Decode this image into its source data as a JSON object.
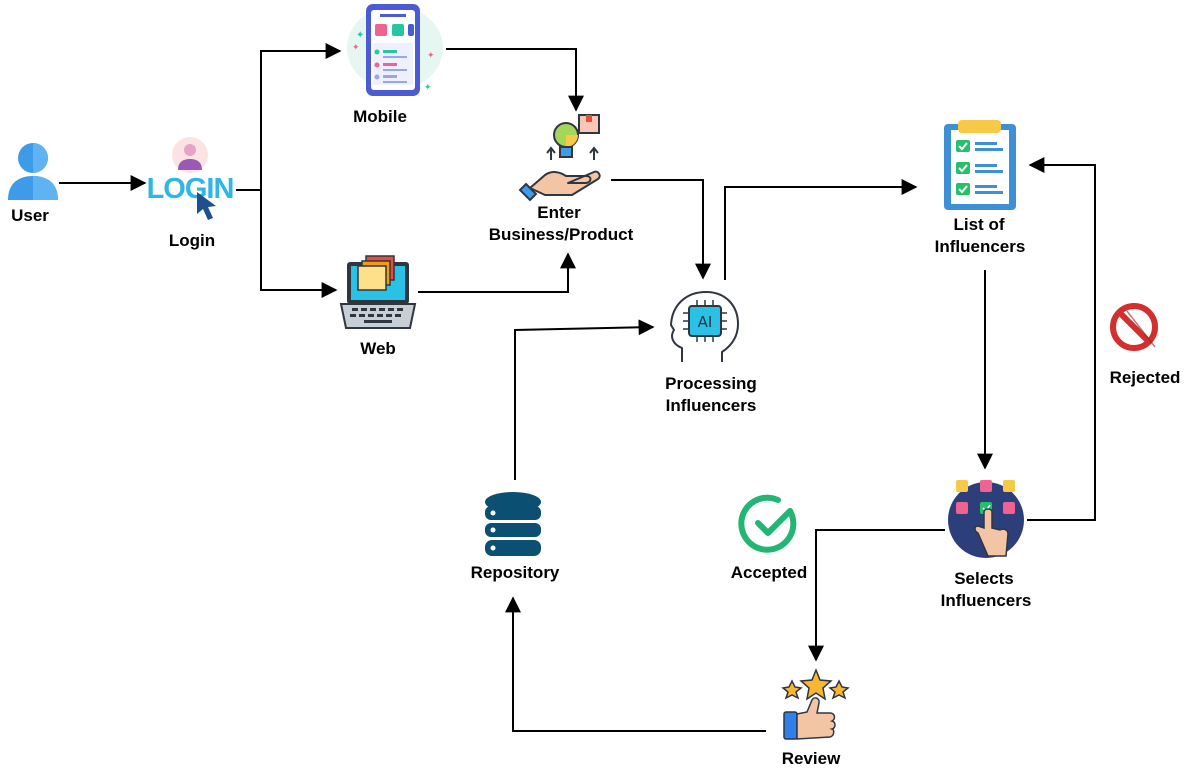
{
  "nodes": {
    "user": "User",
    "login": "Login",
    "login_logo": "LOGIN",
    "mobile": "Mobile",
    "web": "Web",
    "enter_line1": "Enter",
    "enter_line2": "Business/Product",
    "processing_line1": "Processing",
    "processing_line2": "Influencers",
    "ai_chip": "AI",
    "list_line1": "List of",
    "list_line2": "Influencers",
    "rejected": "Rejected",
    "selects_line1": "Selects",
    "selects_line2": "Influencers",
    "accepted": "Accepted",
    "repository": "Repository",
    "review": "Review"
  },
  "colors": {
    "user": "#3d9be9",
    "login_text": "#2fb6e6",
    "cursor": "#1f4f8f",
    "accepted": "#22b573",
    "rejected": "#d32f2f",
    "repository": "#0b4f73",
    "selects_circle": "#2d3f7a",
    "star": "#f7b733",
    "thumb": "#2f80ed",
    "laptop_screen": "#2ac1e6"
  },
  "icons": {
    "user": "user-icon",
    "login": "login-icon",
    "mobile": "mobile-phone-icon",
    "web": "laptop-icon",
    "enter": "idea-hand-icon",
    "processing": "ai-head-icon",
    "list": "clipboard-checklist-icon",
    "rejected": "rejected-icon",
    "selects": "hand-select-icon",
    "accepted": "check-circle-icon",
    "repository": "database-icon",
    "review": "thumbs-up-stars-icon"
  }
}
